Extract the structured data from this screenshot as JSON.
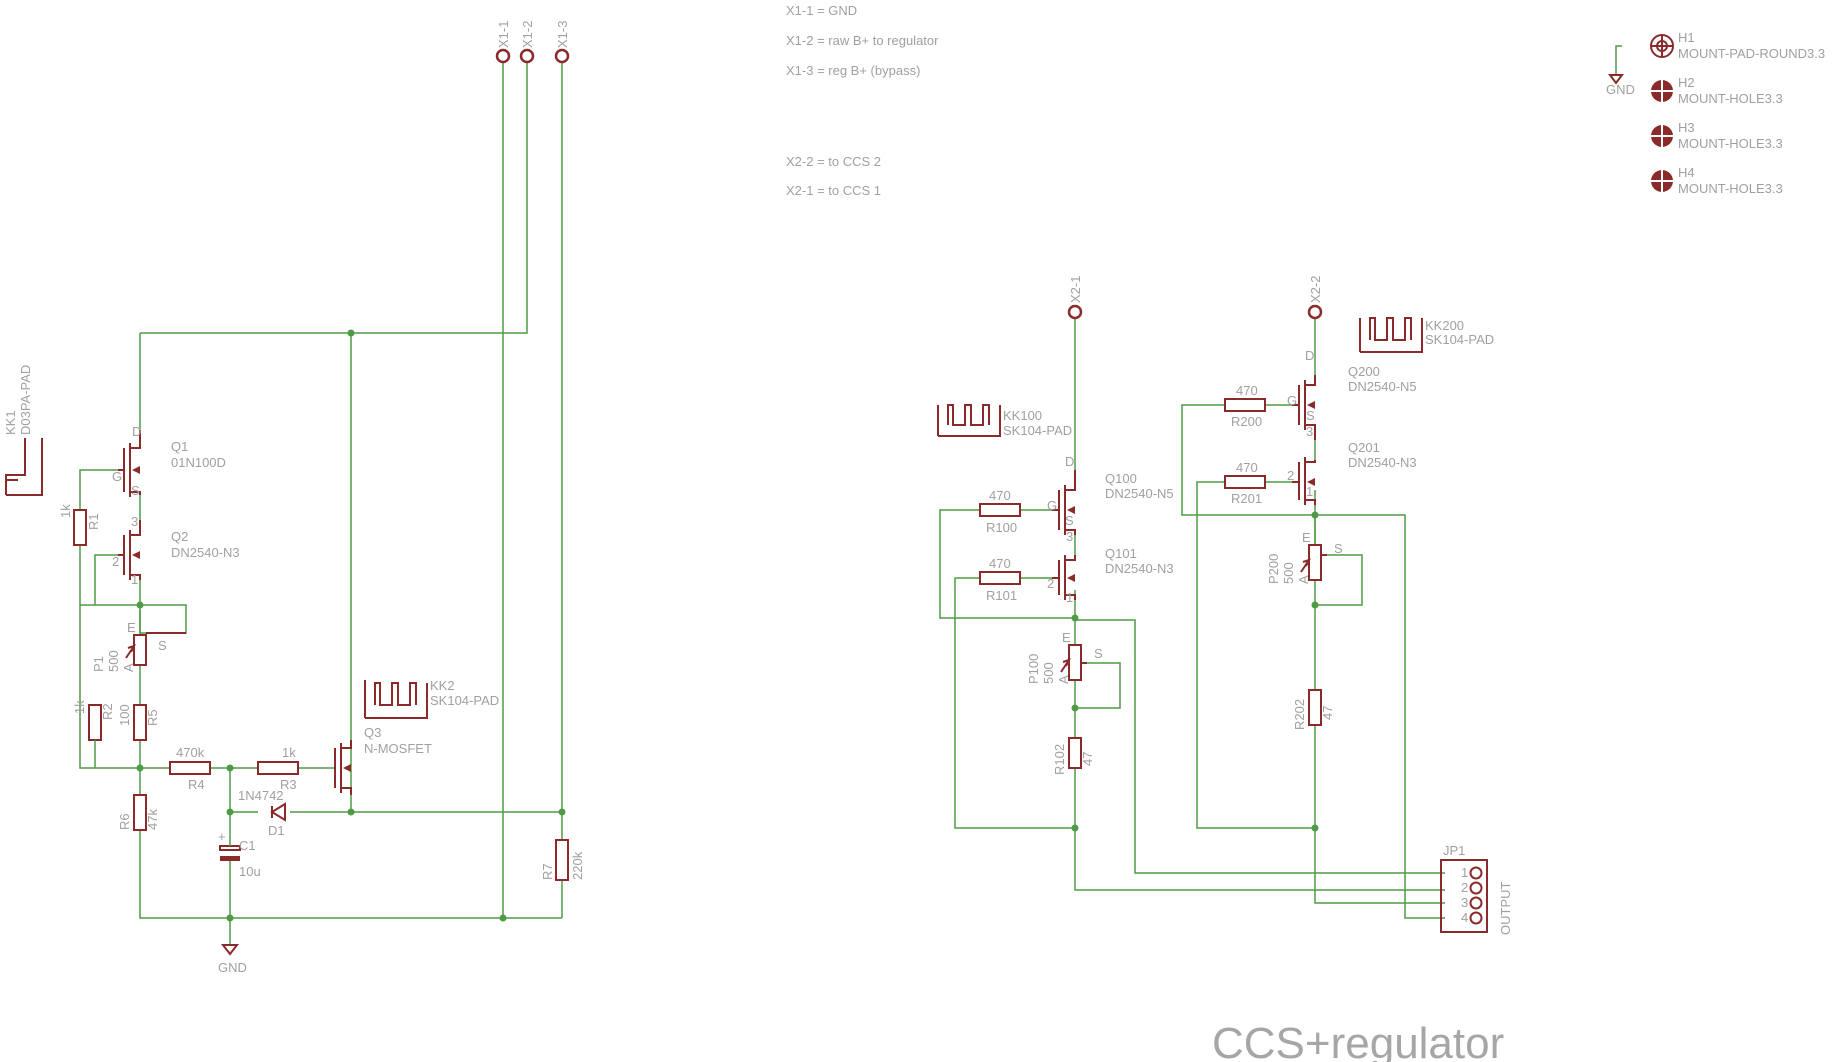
{
  "title": "CCS+regulator",
  "notes": [
    "X1-1 = GND",
    "X1-2 = raw B+ to regulator",
    "X1-3 = reg B+ (bypass)",
    "X2-2 = to CCS 2",
    "X2-1 = to CCS 1"
  ],
  "components": {
    "X1_1": "X1-1",
    "X1_2": "X1-2",
    "X1_3": "X1-3",
    "X2_1": "X2-1",
    "X2_2": "X2-2",
    "KK1": {
      "name": "KK1",
      "value": "D03PA-PAD"
    },
    "KK2": {
      "name": "KK2",
      "value": "SK104-PAD"
    },
    "KK100": {
      "name": "KK100",
      "value": "SK104-PAD"
    },
    "KK200": {
      "name": "KK200",
      "value": "SK104-PAD"
    },
    "Q1": {
      "name": "Q1",
      "value": "01N100D"
    },
    "Q2": {
      "name": "Q2",
      "value": "DN2540-N3"
    },
    "Q3": {
      "name": "Q3",
      "value": "N-MOSFET"
    },
    "Q100": {
      "name": "Q100",
      "value": "DN2540-N5"
    },
    "Q101": {
      "name": "Q101",
      "value": "DN2540-N3"
    },
    "Q200": {
      "name": "Q200",
      "value": "DN2540-N5"
    },
    "Q201": {
      "name": "Q201",
      "value": "DN2540-N3"
    },
    "R1": {
      "name": "R1",
      "value": "1k"
    },
    "R2": {
      "name": "R2",
      "value": "1k"
    },
    "R3": {
      "name": "R3",
      "value": "1k"
    },
    "R4": {
      "name": "R4",
      "value": "470k"
    },
    "R5": {
      "name": "R5",
      "value": "100"
    },
    "R6": {
      "name": "R6",
      "value": "47k"
    },
    "R7": {
      "name": "R7",
      "value": "220k"
    },
    "R100": {
      "name": "R100",
      "value": "470"
    },
    "R101": {
      "name": "R101",
      "value": "470"
    },
    "R102": {
      "name": "R102",
      "value": "47"
    },
    "R200": {
      "name": "R200",
      "value": "470"
    },
    "R201": {
      "name": "R201",
      "value": "470"
    },
    "R202": {
      "name": "R202",
      "value": "47"
    },
    "P1": {
      "name": "P1",
      "value": "500"
    },
    "P100": {
      "name": "P100",
      "value": "500"
    },
    "P200": {
      "name": "P200",
      "value": "500"
    },
    "C1": {
      "name": "C1",
      "value": "10u"
    },
    "D1": {
      "name": "D1",
      "value": "1N4742"
    },
    "JP1": {
      "name": "JP1",
      "value": "OUTPUT",
      "pins": [
        "1",
        "2",
        "3",
        "4"
      ]
    },
    "GND": "GND",
    "GND2": "GND",
    "H1": {
      "name": "H1",
      "value": "MOUNT-PAD-ROUND3.3"
    },
    "H2": {
      "name": "H2",
      "value": "MOUNT-HOLE3.3"
    },
    "H3": {
      "name": "H3",
      "value": "MOUNT-HOLE3.3"
    },
    "H4": {
      "name": "H4",
      "value": "MOUNT-HOLE3.3"
    }
  },
  "pin_letters": {
    "drain": "D",
    "gate": "G",
    "source": "S",
    "pot_e": "E",
    "pot_a": "A",
    "pin_1": "1",
    "pin_2": "2",
    "pin_3": "3",
    "plus": "+"
  },
  "colors": {
    "wire": "#4f9b45",
    "component": "#8b2a2a",
    "text": "#a0a0a0"
  }
}
